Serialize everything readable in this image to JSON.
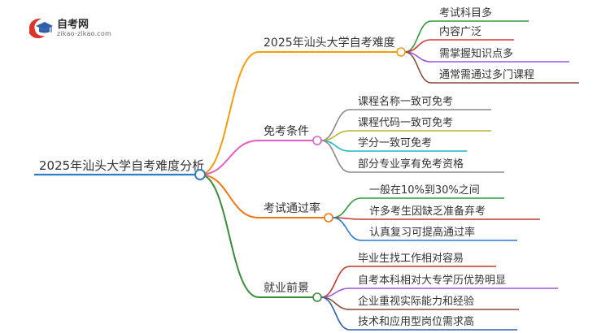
{
  "logo": {
    "title": "自考网",
    "subtitle": "zikao-zikao.com"
  },
  "colors": {
    "root": "#2f7dc8",
    "b1": "#f39c12",
    "b2": "#e05fc5",
    "b3": "#f0760f",
    "b4": "#3a8c3a",
    "orange": "#f39c12",
    "green": "#2e9a3a",
    "red": "#d93636",
    "purple": "#9a55e0",
    "brown": "#8b4a3a",
    "gray": "#8a8a8a",
    "olive": "#b5b52a",
    "cyan": "#1fb6cf",
    "darkred": "#c0392b",
    "blue": "#2c78d4",
    "darkblue": "#2f5fa8"
  },
  "diagram": {
    "root": "2025年汕头大学自考难度分析",
    "branches": [
      {
        "label": "2025年汕头大学自考难度",
        "color": "b1",
        "children": [
          {
            "label": "考试科目多",
            "color": "green"
          },
          {
            "label": "内容广泛",
            "color": "red"
          },
          {
            "label": "需掌握知识点多",
            "color": "purple"
          },
          {
            "label": "通常需通过多门课程",
            "color": "brown"
          }
        ]
      },
      {
        "label": "免考条件",
        "color": "b2",
        "children": [
          {
            "label": "课程名称一致可免考",
            "color": "gray"
          },
          {
            "label": "课程代码一致可免考",
            "color": "olive"
          },
          {
            "label": "学分一致可免考",
            "color": "cyan"
          },
          {
            "label": "部分专业享有免考资格",
            "color": "gray"
          }
        ]
      },
      {
        "label": "考试通过率",
        "color": "b3",
        "children": [
          {
            "label": "一般在10%到30%之间",
            "color": "green"
          },
          {
            "label": "许多考生因缺乏准备弃考",
            "color": "darkred"
          },
          {
            "label": "认真复习可提高通过率",
            "color": "blue"
          }
        ]
      },
      {
        "label": "就业前景",
        "color": "b4",
        "children": [
          {
            "label": "毕业生找工作相对容易",
            "color": "darkred"
          },
          {
            "label": "自考本科相对大专学历优势明显",
            "color": "purple"
          },
          {
            "label": "企业重视实际能力和经验",
            "color": "brown"
          },
          {
            "label": "技术和应用型岗位需求高",
            "color": "darkblue"
          }
        ]
      }
    ]
  }
}
